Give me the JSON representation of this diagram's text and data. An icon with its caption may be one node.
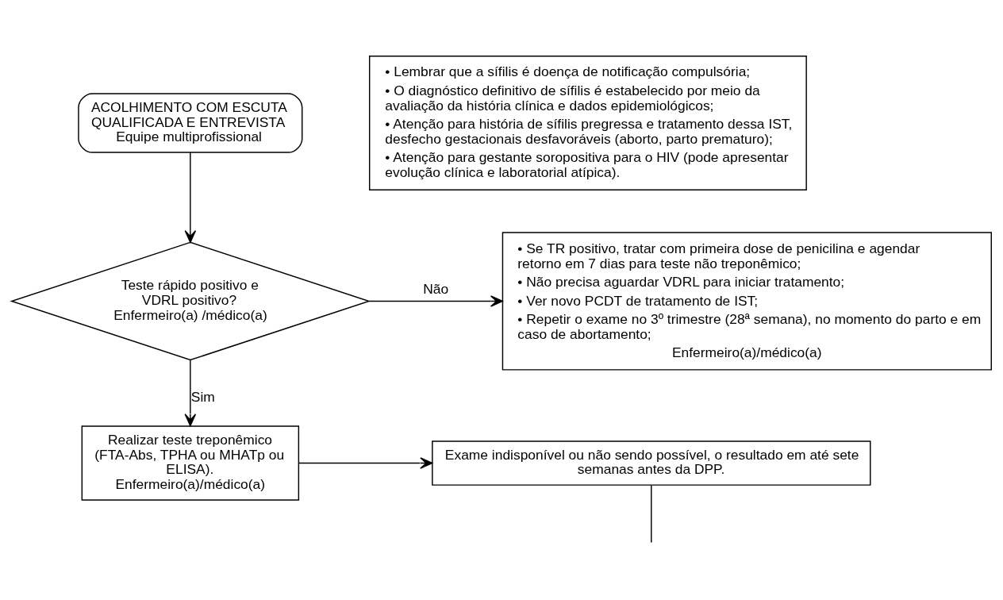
{
  "diagram": {
    "nodes": [
      {
        "text": [
          "ACOLHIMENTO COM ESCUTA QUALIFICADA E ENTREVISTA",
          "Equipe multiprofissional"
        ]
      },
      {
        "text": [
          "• Lembrar que a sífilis é doença de notificação compulsória;",
          "• O diagnóstico definitivo de sífilis é estabelecido por meio da avaliação da história clínica e dados epidemiológicos;",
          "• Atenção para história de sífilis pregressa e tratamento dessa IST, desfecho gestacionais desfavoráveis (aborto, parto prematuro);",
          "• Atenção para gestante soropositiva para o HIV (pode apresentar evolução clínica e laboratorial atípica)."
        ]
      },
      {
        "text": [
          "Teste rápido positivo e VDRL positivo?",
          "Enfermeiro(a) /médico(a)"
        ]
      },
      {
        "text": [
          "• Se TR positivo, tratar com primeira dose de penicilina e agendar retorno em 7 dias para teste não treponêmico;",
          "• Não precisa aguardar VDRL para iniciar tratamento;",
          "• Ver novo PCDT de tratamento de IST;",
          "• Repetir o exame no 3º trimestre (28ª semana), no momento do parto e em caso de abortamento;",
          "Enfermeiro(a)/médico(a)"
        ]
      },
      {
        "text": [
          "Realizar teste treponêmico (FTA-Abs, TPHA ou MHATp ou ELISA).",
          "Enfermeiro(a)/médico(a)"
        ]
      },
      {
        "text": [
          "Exame indisponível ou não sendo possível, o resultado em até sete semanas antes da DPP."
        ]
      }
    ],
    "edges": [
      {
        "from": 0,
        "to": 2,
        "arrow": "to"
      },
      {
        "from": 2,
        "to": 3,
        "label": "Não",
        "arrow": "to"
      },
      {
        "from": 2,
        "to": 4,
        "label": "Sim",
        "arrow": "to"
      },
      {
        "from": 4,
        "to": 5,
        "arrow": "to"
      },
      {
        "from": 5,
        "to": null,
        "arrow": "none"
      }
    ]
  }
}
